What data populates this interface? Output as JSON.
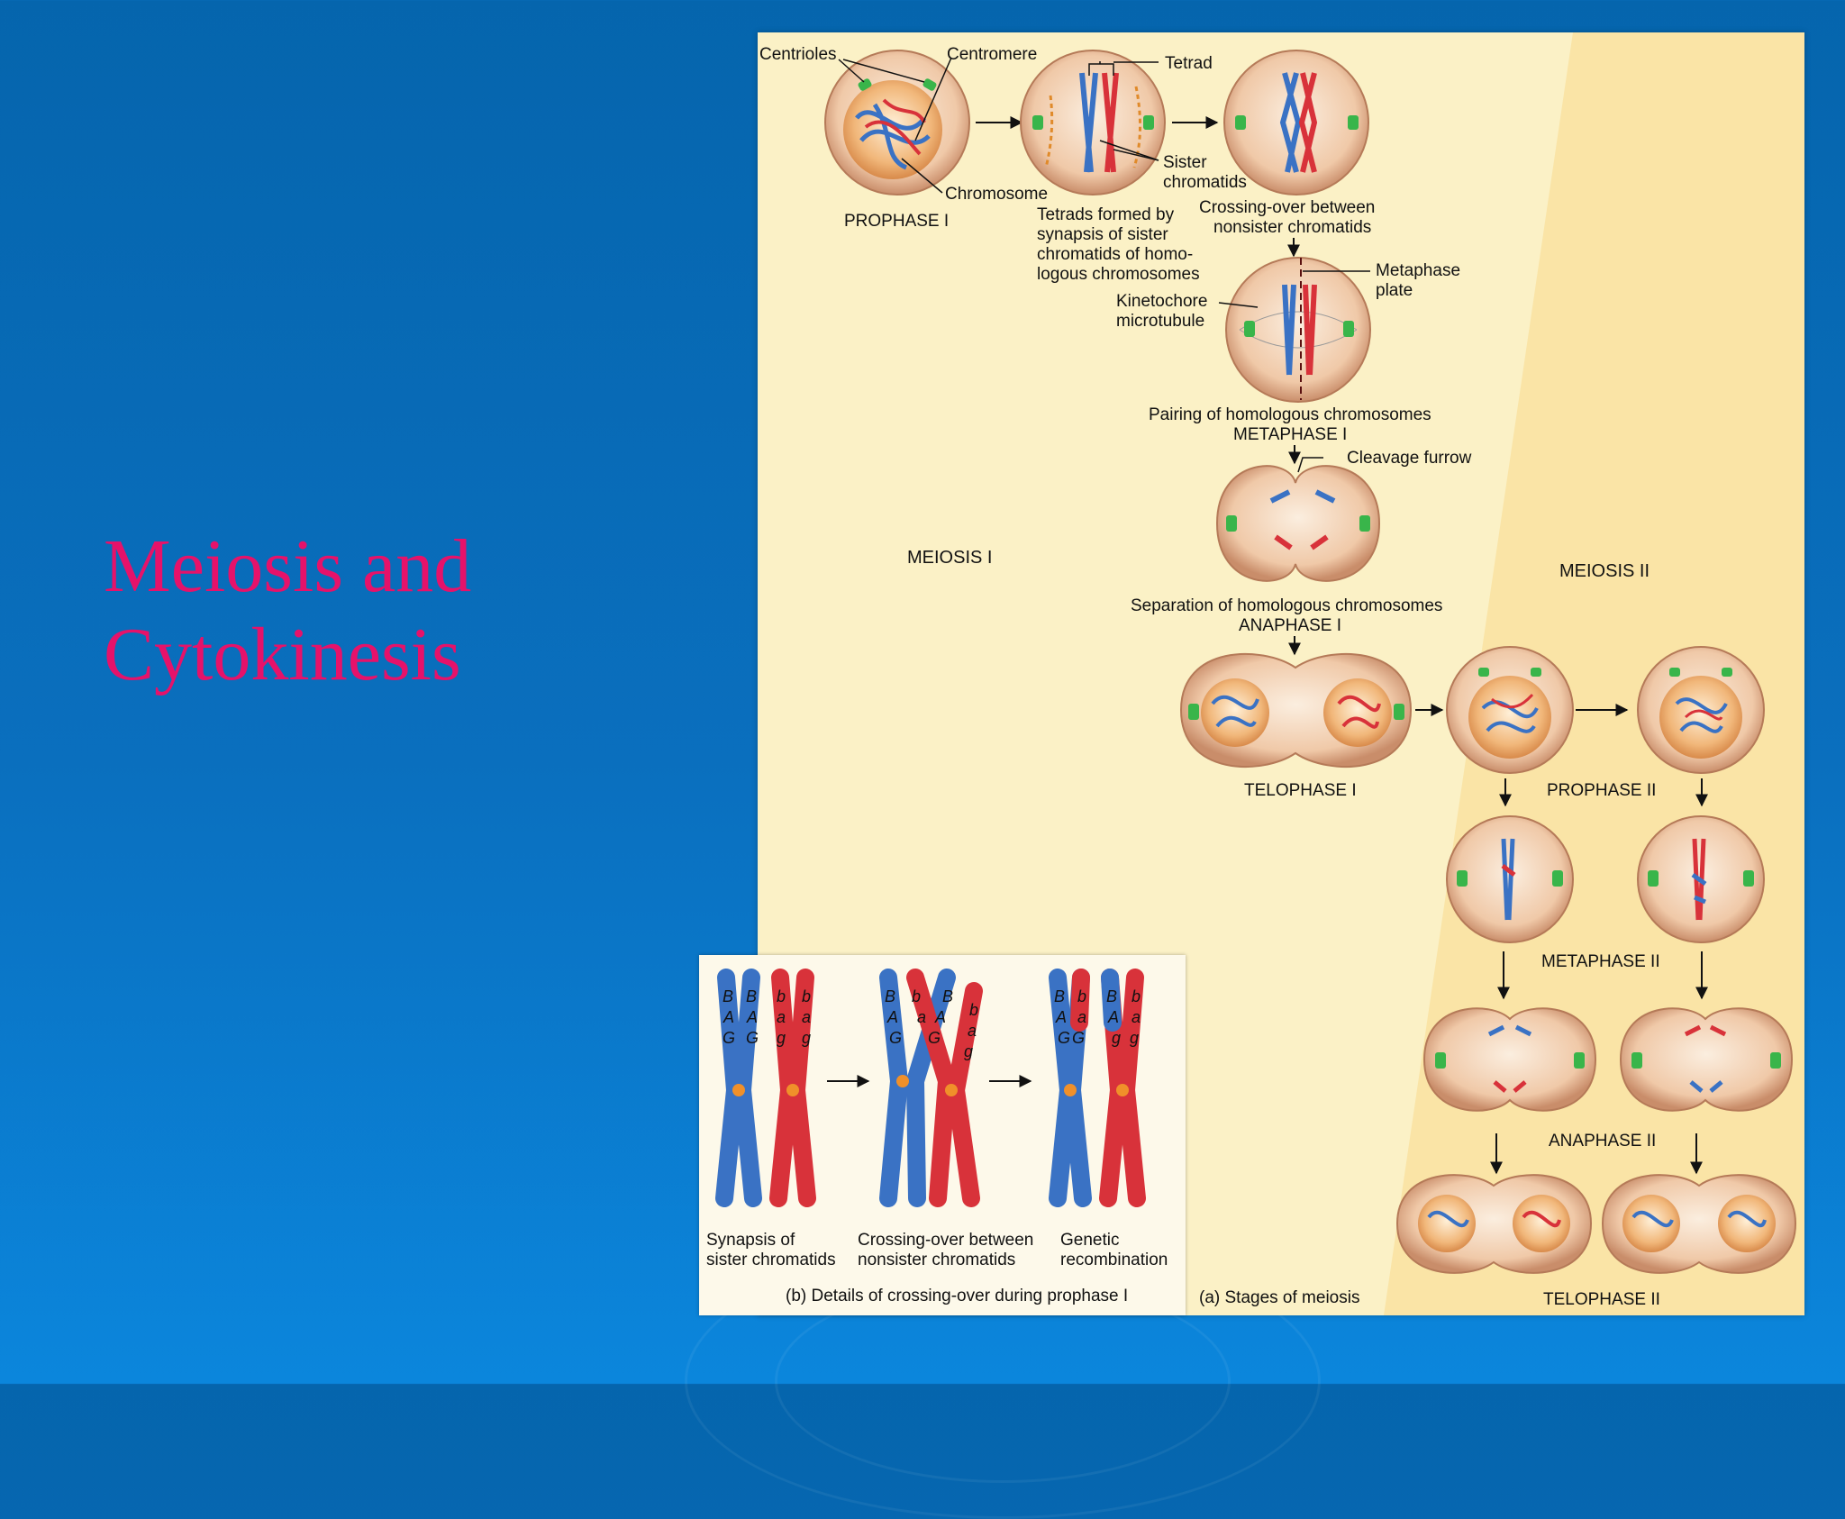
{
  "slide": {
    "title": "Meiosis and Cytokinesis"
  },
  "meiosis": {
    "annotations": {
      "centrioles": "Centrioles",
      "centromere": "Centromere",
      "tetrad": "Tetrad",
      "chromosome": "Chromosome",
      "sister_chromatids": [
        "Sister",
        "chromatids"
      ],
      "tetrads_formed": [
        "Tetrads formed by",
        "synapsis of sister",
        "chromatids of homo-",
        "logous chromosomes"
      ],
      "crossing_over": [
        "Crossing-over between",
        "nonsister chromatids"
      ],
      "metaphase_plate": [
        "Metaphase",
        "plate"
      ],
      "kinetochore": [
        "Kinetochore",
        "microtubule"
      ],
      "pairing": "Pairing of homologous chromosomes",
      "cleavage_furrow": "Cleavage furrow",
      "separation": "Separation of homologous chromosomes"
    },
    "stages": {
      "prophase1": "PROPHASE I",
      "metaphase1": "METAPHASE I",
      "anaphase1": "ANAPHASE I",
      "telophase1": "TELOPHASE I",
      "prophase2": "PROPHASE II",
      "metaphase2": "METAPHASE II",
      "anaphase2": "ANAPHASE II",
      "telophase2": "TELOPHASE II"
    },
    "sections": {
      "meiosis1": "MEIOSIS I",
      "meiosis2": "MEIOSIS II"
    },
    "caption_a": "(a) Stages of meiosis"
  },
  "crossing_over": {
    "caption_b": "(b) Details of crossing-over during prophase I",
    "steps": [
      [
        "Synapsis of",
        "sister chromatids"
      ],
      [
        "Crossing-over between",
        "nonsister chromatids"
      ],
      [
        "Genetic",
        "recombination"
      ]
    ],
    "alleles": {
      "big": [
        "B",
        "A",
        "G"
      ],
      "small": [
        "b",
        "a",
        "g"
      ]
    }
  },
  "colors": {
    "title": "#e6126a",
    "maternal": "#3a72c4",
    "paternal": "#d8323a",
    "background": "#0a6fbe",
    "panel": "#fbf1c6"
  }
}
